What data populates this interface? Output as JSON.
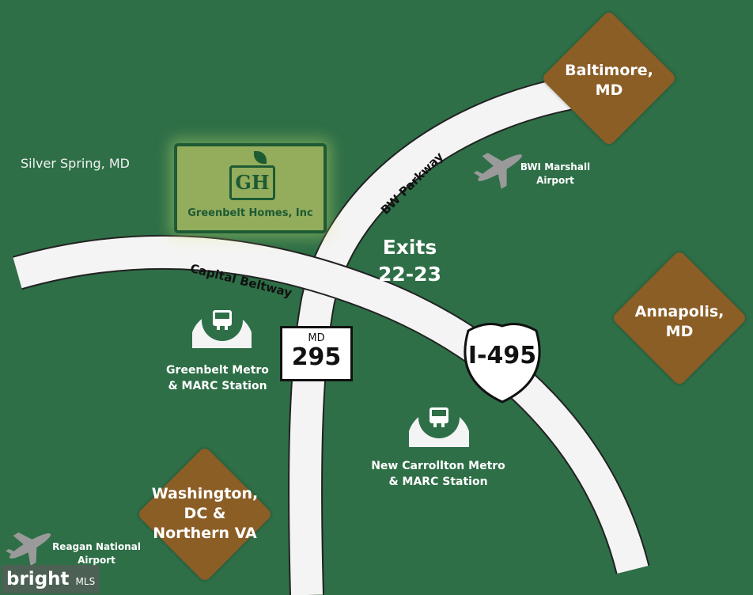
{
  "map": {
    "background": "#2e6f47",
    "road_color": "#f4f4f4",
    "diamond_color": "#8b5e26"
  },
  "places": {
    "silver_spring": "Silver Spring, MD"
  },
  "logo": {
    "monogram": "GH",
    "name": "Greenbelt Homes, Inc"
  },
  "roads": {
    "capital_beltway": "Capital Beltway",
    "bw_parkway": "BW Parkway"
  },
  "exits": {
    "line1": "Exits",
    "line2": "22-23"
  },
  "shields": {
    "md_label": "MD",
    "md_number": "295",
    "interstate": "I-495"
  },
  "stations": {
    "greenbelt": [
      "Greenbelt Metro",
      "& MARC Station"
    ],
    "new_carrollton": [
      "New Carrollton Metro",
      "& MARC Station"
    ]
  },
  "airports": {
    "bwi": [
      "BWI Marshall",
      "Airport"
    ],
    "reagan": [
      "Reagan National",
      "Airport"
    ]
  },
  "cities": {
    "baltimore": [
      "Baltimore,",
      "MD"
    ],
    "annapolis": [
      "Annapolis,",
      "MD"
    ],
    "washington": [
      "Washington,",
      "DC &",
      "Northern VA"
    ]
  },
  "brand": {
    "name": "bright",
    "suffix": "MLS"
  }
}
